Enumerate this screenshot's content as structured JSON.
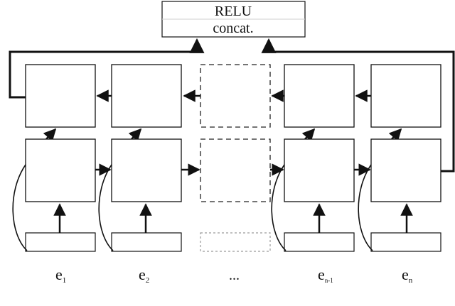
{
  "header": {
    "top_label": "RELU",
    "bottom_label": "concat."
  },
  "inputs": [
    {
      "base": "e",
      "sub": "1"
    },
    {
      "base": "e",
      "sub": "2"
    },
    {
      "base": "...",
      "sub": ""
    },
    {
      "base": "e",
      "sub": "n-1"
    },
    {
      "base": "e",
      "sub": "n"
    }
  ],
  "colors": {
    "stroke": "#111111",
    "header_line": "#cfcfcf",
    "dashed": "#222222",
    "dotted_gray": "#9a9a9a"
  }
}
